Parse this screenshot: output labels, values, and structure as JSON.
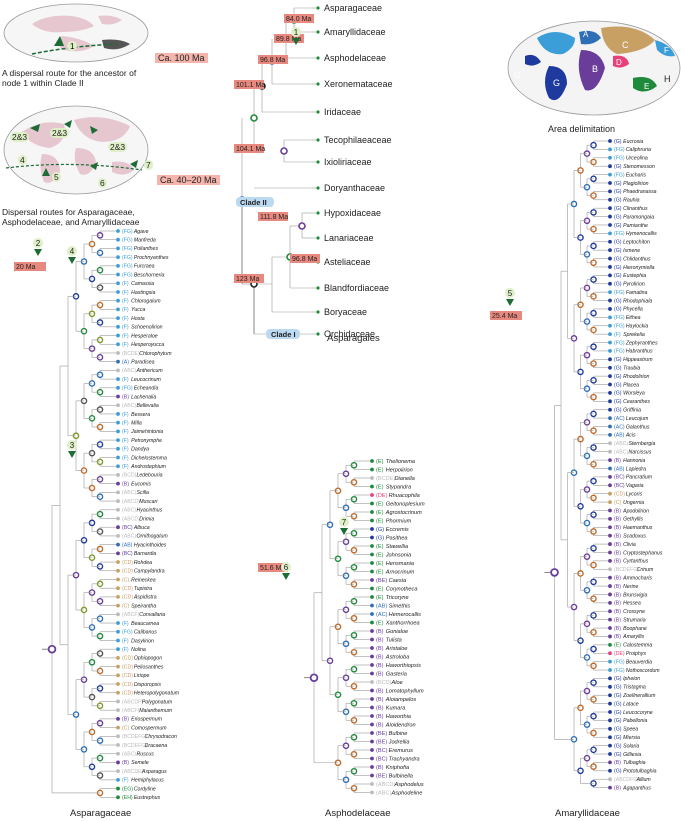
{
  "maps": {
    "map1_caption": "A dispersal route for the ancestor of node 1 within Clade II",
    "map1_age": "Ca. 100 Ma",
    "map1_node": "1",
    "map2_caption": "Dispersal routes for Asparagaceae, Asphodelaceae, and Amaryllidaceae",
    "map2_age": "Ca. 40–20 Ma",
    "map2_arrows": [
      "2&3",
      "2&3",
      "2&3",
      "4",
      "5",
      "6",
      "7"
    ],
    "area_title": "Area delimitation",
    "area_labels": [
      "A",
      "B",
      "C",
      "D",
      "E",
      "F",
      "G",
      "H",
      "G"
    ],
    "colors": {
      "A": "#2e6fb5",
      "B": "#6a3d9a",
      "C": "#c8a064",
      "D": "#e8417a",
      "E": "#1f8a3c",
      "F": "#3b9ed9",
      "G": "#1f3a9e",
      "H": "#e0e0e0"
    }
  },
  "backbone": {
    "families": [
      "Asparagaceae",
      "Amaryllidaceae",
      "Asphodelaceae",
      "Xeronemataceae",
      "Iridaceae",
      "Tecophilaeaceae",
      "Ixioliriaceae",
      "Doryanthaceae",
      "Hypoxidaceae",
      "Lanariaceae",
      "Asteliaceae",
      "Blandfordiaceae",
      "Boryaceae",
      "Orchidaceae"
    ],
    "ages": [
      "84.0 Ma",
      "89.8 Ma",
      "96.8 Ma",
      "101.1 Ma",
      "104.1 Ma",
      "111.8 Ma",
      "123 Ma",
      "96.8 Ma"
    ],
    "clade2": "Clade II",
    "clade1": "Clade I",
    "order": "Asparagales",
    "node": "1"
  },
  "asparagaceae": {
    "title": "Asparagaceae",
    "age": "20 Ma",
    "nodes": [
      "2",
      "3",
      "4"
    ],
    "tips": [
      [
        "(FG)",
        "Agave"
      ],
      [
        "(FG)",
        "Manfreda"
      ],
      [
        "(FG)",
        "Polianthes"
      ],
      [
        "(FG)",
        "Prochnyanthes"
      ],
      [
        "(FG)",
        "Furcraea"
      ],
      [
        "(FG)",
        "Beschorneria"
      ],
      [
        "(F)",
        "Camassia"
      ],
      [
        "(F)",
        "Hastingsia"
      ],
      [
        "(F)",
        "Chlorogalum"
      ],
      [
        "(F)",
        "Yucca"
      ],
      [
        "(F)",
        "Hosta"
      ],
      [
        "(F)",
        "Schoenolirion"
      ],
      [
        "(F)",
        "Hesperaloe"
      ],
      [
        "(F)",
        "Hesperoyucca"
      ],
      [
        "(BCDE)",
        "Chlorophytum"
      ],
      [
        "(A)",
        "Paradisea"
      ],
      [
        "(ABC)",
        "Anthericum"
      ],
      [
        "(F)",
        "Leucocrinum"
      ],
      [
        "(FG)",
        "Echeandia"
      ],
      [
        "(B)",
        "Lachenalia"
      ],
      [
        "(ABC)",
        "Bellevalia"
      ],
      [
        "(F)",
        "Bessera"
      ],
      [
        "(F)",
        "Milla"
      ],
      [
        "(F)",
        "Jaimehintonia"
      ],
      [
        "(F)",
        "Petronymphe"
      ],
      [
        "(F)",
        "Dandya"
      ],
      [
        "(F)",
        "Dichelostemma"
      ],
      [
        "(F)",
        "Androstephium"
      ],
      [
        "(BCD)",
        "Ledebouria"
      ],
      [
        "(B)",
        "Eucomis"
      ],
      [
        "(ABC)",
        "Scilla"
      ],
      [
        "(ABCD)",
        "Muscari"
      ],
      [
        "(ABC)",
        "Hyacinthus"
      ],
      [
        "(ABCD)",
        "Drimia"
      ],
      [
        "(BC)",
        "Albuca"
      ],
      [
        "(ABC)",
        "Ornithogalum"
      ],
      [
        "(AB)",
        "Hyacinthoides"
      ],
      [
        "(BC)",
        "Barnardia"
      ],
      [
        "(CD)",
        "Rohdea"
      ],
      [
        "(CD)",
        "Campylandra"
      ],
      [
        "(C)",
        "Reineckea"
      ],
      [
        "(CD)",
        "Tupistra"
      ],
      [
        "(CD)",
        "Aspidistra"
      ],
      [
        "(C)",
        "Speirantha"
      ],
      [
        "(ABCF)",
        "Convallaria"
      ],
      [
        "(F)",
        "Beaucarnea"
      ],
      [
        "(FG)",
        "Calibanus"
      ],
      [
        "(F)",
        "Dasylirion"
      ],
      [
        "(F)",
        "Nolina"
      ],
      [
        "(CD)",
        "Ophiopogon"
      ],
      [
        "(CD)",
        "Peliosanthes"
      ],
      [
        "(CD)",
        "Liriope"
      ],
      [
        "(CD)",
        "Disporopsis"
      ],
      [
        "(CD)",
        "Heteropolygonatum"
      ],
      [
        "(ABCDF)",
        "Polygonatum"
      ],
      [
        "(ABCF)",
        "Maianthemum"
      ],
      [
        "(B)",
        "Eriospermum"
      ],
      [
        "(C)",
        "Comospermum"
      ],
      [
        "(BCDEFG)",
        "Chrysodracon"
      ],
      [
        "(BCDEFG)",
        "Dracaena"
      ],
      [
        "(ABC)",
        "Ruscus"
      ],
      [
        "(B)",
        "Semele"
      ],
      [
        "(ABCDE)",
        "Asparagus"
      ],
      [
        "(F)",
        "Hemiphylacus"
      ],
      [
        "(EG)",
        "Cordyline"
      ],
      [
        "(EH)",
        "Eustrephus"
      ]
    ]
  },
  "asphodelaceae": {
    "title": "Asphodelaceae",
    "age": "51.6 Ma",
    "nodes": [
      "6",
      "7"
    ],
    "tips": [
      [
        "(E)",
        "Thelionema"
      ],
      [
        "(E)",
        "Herpolirion"
      ],
      [
        "(BCDE)",
        "Dianella"
      ],
      [
        "(E)",
        "Stypandra"
      ],
      [
        "(DE)",
        "Rhuacophila"
      ],
      [
        "(E)",
        "Geitonoplesium"
      ],
      [
        "(E)",
        "Agrostocrinum"
      ],
      [
        "(E)",
        "Phormium"
      ],
      [
        "(G)",
        "Eccremis"
      ],
      [
        "(G)",
        "Pasithea"
      ],
      [
        "(E)",
        "Stawellia"
      ],
      [
        "(E)",
        "Johnsonia"
      ],
      [
        "(E)",
        "Hensmania"
      ],
      [
        "(E)",
        "Arnocrinum"
      ],
      [
        "(BE)",
        "Caesia"
      ],
      [
        "(E)",
        "Corynotheca"
      ],
      [
        "(E)",
        "Tricoryne"
      ],
      [
        "(AB)",
        "Simethis"
      ],
      [
        "(AC)",
        "Hemerocallis"
      ],
      [
        "(E)",
        "Xanthorrhoea"
      ],
      [
        "(B)",
        "Gonialoe"
      ],
      [
        "(B)",
        "Tulista"
      ],
      [
        "(B)",
        "Aristaloe"
      ],
      [
        "(B)",
        "Astroloba"
      ],
      [
        "(B)",
        "Haworthiopsis"
      ],
      [
        "(B)",
        "Gasteria"
      ],
      [
        "(BCD)",
        "Aloe"
      ],
      [
        "(B)",
        "Lomatophyllum"
      ],
      [
        "(B)",
        "Aloiampelos"
      ],
      [
        "(B)",
        "Kumara"
      ],
      [
        "(B)",
        "Haworthia"
      ],
      [
        "(B)",
        "Aloidendron"
      ],
      [
        "(BE)",
        "Bulbine"
      ],
      [
        "(BE)",
        "Jodrellia"
      ],
      [
        "(BC)",
        "Eremurus"
      ],
      [
        "(BC)",
        "Trachyandra"
      ],
      [
        "(B)",
        "Kniphofia"
      ],
      [
        "(BE)",
        "Bulbinella"
      ],
      [
        "(ABCD)",
        "Asphodelus"
      ],
      [
        "(ABC)",
        "Asphodeline"
      ]
    ]
  },
  "amaryllidaceae": {
    "title": "Amaryllidaceae",
    "age": "25.4 Ma",
    "nodes": [
      "5"
    ],
    "tips": [
      [
        "(G)",
        "Eucrosia"
      ],
      [
        "(FG)",
        "Caliphruria"
      ],
      [
        "(FG)",
        "Urceolina"
      ],
      [
        "(G)",
        "Stenomesson"
      ],
      [
        "(FG)",
        "Eucharis"
      ],
      [
        "(G)",
        "Plagiolirion"
      ],
      [
        "(G)",
        "Phaedranassa"
      ],
      [
        "(G)",
        "Rauhia"
      ],
      [
        "(G)",
        "Clinanthus"
      ],
      [
        "(G)",
        "Paramongaia"
      ],
      [
        "(G)",
        "Pamianthe"
      ],
      [
        "(FG)",
        "Hymenocallis"
      ],
      [
        "(G)",
        "Leptochiton"
      ],
      [
        "(G)",
        "Ismene"
      ],
      [
        "(G)",
        "Chlidanthus"
      ],
      [
        "(G)",
        "Hieronymiella"
      ],
      [
        "(G)",
        "Eustephia"
      ],
      [
        "(G)",
        "Pyrolirion"
      ],
      [
        "(FG)",
        "Famatina"
      ],
      [
        "(G)",
        "Rhodophiala"
      ],
      [
        "(G)",
        "Phycella"
      ],
      [
        "(FG)",
        "Eithea"
      ],
      [
        "(FG)",
        "Haylockia"
      ],
      [
        "(F)",
        "Sprekelia"
      ],
      [
        "(FG)",
        "Zephyranthes"
      ],
      [
        "(FG)",
        "Habranthus"
      ],
      [
        "(G)",
        "Hippeastrum"
      ],
      [
        "(G)",
        "Traubia"
      ],
      [
        "(G)",
        "Rhodolirion"
      ],
      [
        "(G)",
        "Placea"
      ],
      [
        "(G)",
        "Worsleya"
      ],
      [
        "(G)",
        "Cearanthes"
      ],
      [
        "(G)",
        "Griffinia"
      ],
      [
        "(AC)",
        "Leucojum"
      ],
      [
        "(AC)",
        "Galanthus"
      ],
      [
        "(AB)",
        "Acis"
      ],
      [
        "(ABC)",
        "Sternbergia"
      ],
      [
        "(ABC)",
        "Narcissus"
      ],
      [
        "(B)",
        "Hannonia"
      ],
      [
        "(AB)",
        "Lapiedra"
      ],
      [
        "(BC)",
        "Pancratium"
      ],
      [
        "(BC)",
        "Vagaria"
      ],
      [
        "(CD)",
        "Lycoris"
      ],
      [
        "(C)",
        "Ungernia"
      ],
      [
        "(B)",
        "Apodolirion"
      ],
      [
        "(B)",
        "Gethyllis"
      ],
      [
        "(B)",
        "Haemanthus"
      ],
      [
        "(B)",
        "Scadoxus"
      ],
      [
        "(B)",
        "Clivia"
      ],
      [
        "(B)",
        "Cryptostephanus"
      ],
      [
        "(B)",
        "Cyrtanthus"
      ],
      [
        "(BCDEFG)",
        "Crinum"
      ],
      [
        "(B)",
        "Ammocharis"
      ],
      [
        "(B)",
        "Nerine"
      ],
      [
        "(B)",
        "Brunsvigia"
      ],
      [
        "(B)",
        "Hessea"
      ],
      [
        "(B)",
        "Crossyne"
      ],
      [
        "(B)",
        "Strumaria"
      ],
      [
        "(B)",
        "Boophane"
      ],
      [
        "(B)",
        "Amaryllis"
      ],
      [
        "(E)",
        "Calostemma"
      ],
      [
        "(DE)",
        "Proiphys"
      ],
      [
        "(FG)",
        "Beauverdia"
      ],
      [
        "(FG)",
        "Nothoscordum"
      ],
      [
        "(G)",
        "Ipheion"
      ],
      [
        "(G)",
        "Tristagma"
      ],
      [
        "(G)",
        "Zoellnerallium"
      ],
      [
        "(G)",
        "Latace"
      ],
      [
        "(G)",
        "Leucocoryne"
      ],
      [
        "(G)",
        "Pabellonia"
      ],
      [
        "(G)",
        "Speea"
      ],
      [
        "(G)",
        "Miersia"
      ],
      [
        "(G)",
        "Solaria"
      ],
      [
        "(G)",
        "Gilliesia"
      ],
      [
        "(B)",
        "Tulbaghia"
      ],
      [
        "(G)",
        "Prototulbaghia"
      ],
      [
        "(ABCDFG)",
        "Allium"
      ],
      [
        "(B)",
        "Agapanthus"
      ]
    ]
  }
}
